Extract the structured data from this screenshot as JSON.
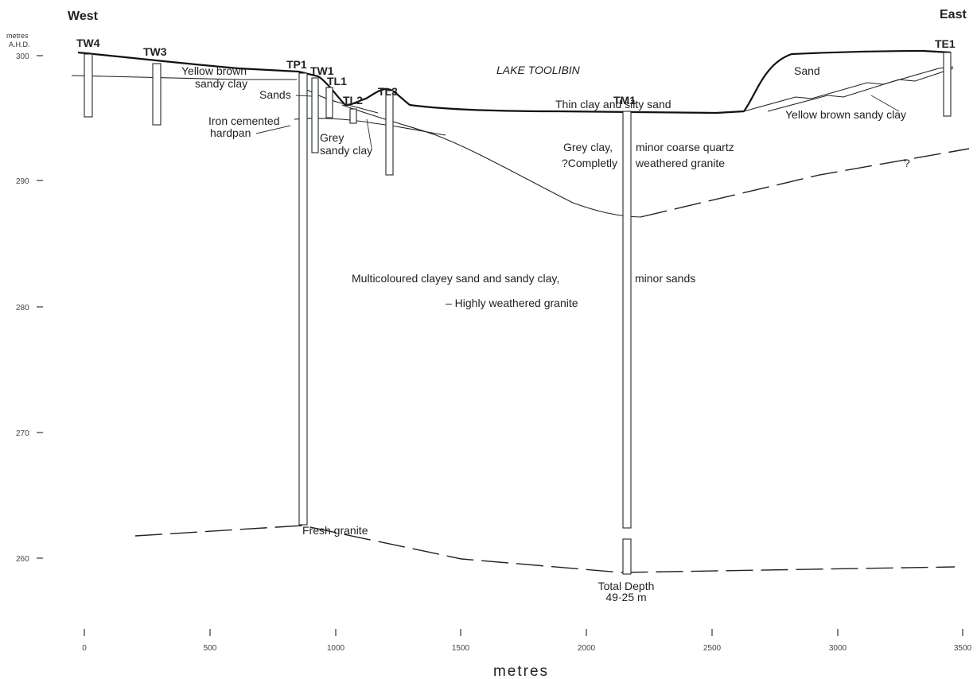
{
  "figure": {
    "direction_left": "West",
    "direction_right": "East",
    "y_axis_units": "metres",
    "y_axis_datum": "A.H.D.",
    "x_axis_title": "metres",
    "lake_name": "LAKE TOOLIBIN"
  },
  "y_ticks": [
    "300",
    "290",
    "280",
    "270",
    "260"
  ],
  "x_ticks": [
    "0",
    "500",
    "1000",
    "1500",
    "2000",
    "2500",
    "3000",
    "3500"
  ],
  "bores": [
    {
      "name": "TW4",
      "x_m": 20,
      "top_m": 300.5,
      "bottom_m": 295.0
    },
    {
      "name": "TW3",
      "x_m": 290,
      "top_m": 299.8,
      "bottom_m": 294.0
    },
    {
      "name": "TP1",
      "x_m": 870,
      "top_m": 298.3,
      "bottom_m": 262.5
    },
    {
      "name": "TW1",
      "x_m": 925,
      "top_m": 297.8,
      "bottom_m": 292.8
    },
    {
      "name": "TL1",
      "x_m": 985,
      "top_m": 297.0,
      "bottom_m": 295.0
    },
    {
      "name": "TL2",
      "x_m": 1075,
      "top_m": 295.8,
      "bottom_m": 294.5
    },
    {
      "name": "TL3",
      "x_m": 1220,
      "top_m": 296.5,
      "bottom_m": 290.3
    },
    {
      "name": "TM1",
      "x_m": 2170,
      "top_m": 295.3,
      "bottom_m": 258.8
    },
    {
      "name": "TE1",
      "x_m": 3470,
      "top_m": 300.3,
      "bottom_m": 295.0
    }
  ],
  "units": {
    "yellow_brown_sandy_clay_west": "Yellow brown sandy clay",
    "sands": "Sands",
    "iron_hardpan": "Iron cemented hardpan",
    "grey_sandy_clay": "Grey sandy clay",
    "lake_floor": "Thin clay and silty sand",
    "grey_clay": "Grey clay,",
    "coarse_quartz": "minor coarse quartz",
    "weathered_granite_q": "?Completly",
    "weathered_granite_r": "weathered granite",
    "multicoloured": "Multicoloured clayey sand and sandy clay,",
    "minor_sands": "minor sands",
    "highly_weathered": "– Highly weathered granite",
    "fresh_granite": "Fresh granite",
    "sand_east": "Sand",
    "yellow_brown_sandy_clay_east": "Yellow brown sandy clay",
    "query_mark": "?",
    "total_depth_label": "Total Depth",
    "total_depth_value": "49·25 m"
  }
}
